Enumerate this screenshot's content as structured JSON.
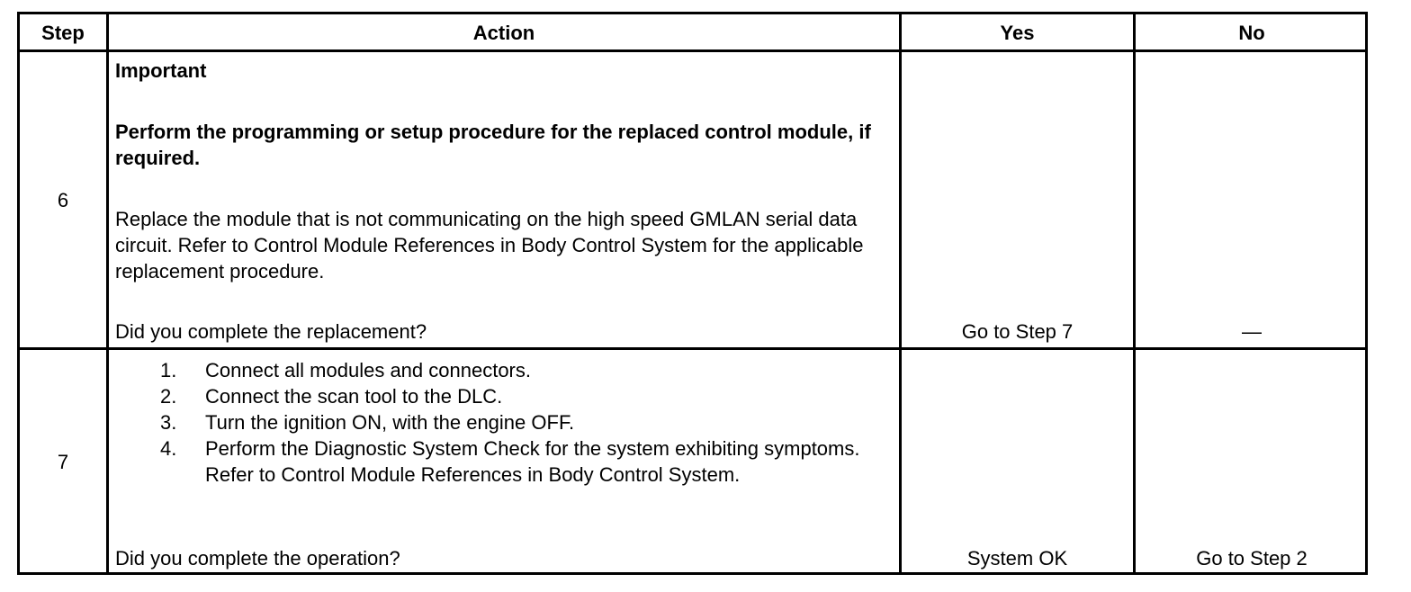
{
  "header": {
    "step": "Step",
    "action": "Action",
    "yes": "Yes",
    "no": "No"
  },
  "rows": [
    {
      "step": "6",
      "important": "Important",
      "bold_text": "Perform the programming or setup procedure for the replaced control module, if required.",
      "body": "Replace the module that is not communicating on the high speed GMLAN serial data circuit. Refer to Control Module References in Body Control System for the applicable replacement procedure.",
      "question": "Did you complete the replacement?",
      "yes": "Go to Step 7",
      "no": "—"
    },
    {
      "step": "7",
      "items": [
        {
          "num": "1.",
          "text": "Connect all modules and connectors."
        },
        {
          "num": "2.",
          "text": "Connect the scan tool to the DLC."
        },
        {
          "num": "3.",
          "text": "Turn the ignition ON, with the engine OFF."
        },
        {
          "num": "4.",
          "text": "Perform the Diagnostic System Check for the system exhibiting symptoms. Refer to Control Module References in Body Control System."
        }
      ],
      "question": "Did you complete the operation?",
      "yes": "System OK",
      "no": "Go to Step 2"
    }
  ]
}
